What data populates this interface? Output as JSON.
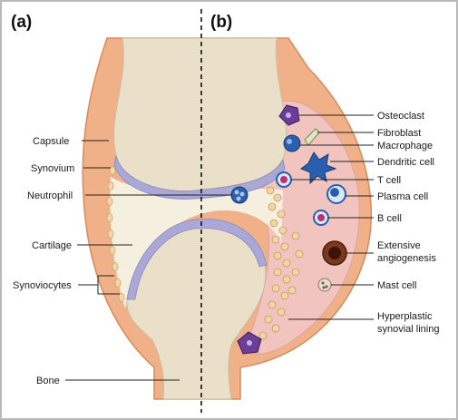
{
  "panels": {
    "left": "(a)",
    "right": "(b)"
  },
  "labels": {
    "capsule": "Capsule",
    "synovium": "Synovium",
    "neutrophil": "Neutrophil",
    "cartilage": "Cartilage",
    "synoviocytes": "Synoviocytes",
    "bone": "Bone",
    "osteoclast": "Osteoclast",
    "fibroblast": "Fibroblast",
    "macrophage": "Macrophage",
    "dendritic_cell": "Dendritic cell",
    "t_cell": "T cell",
    "plasma_cell": "Plasma cell",
    "b_cell": "B cell",
    "extensive_angiogenesis_1": "Extensive",
    "extensive_angiogenesis_2": "angiogenesis",
    "mast_cell": "Mast cell",
    "hyperplastic_lining_1": "Hyperplastic",
    "hyperplastic_lining_2": "synovial lining"
  },
  "colors": {
    "border": "#b9b9b9",
    "capsule": "#f0b088",
    "bone": "#eadfc8",
    "cartilage": "#a9a8d6",
    "joint_space": "#f5efdf",
    "inflamed_synovium": "#f2c4bf",
    "osteoclast": "#6a3d96",
    "cell_blue": "#2a5fb0"
  }
}
